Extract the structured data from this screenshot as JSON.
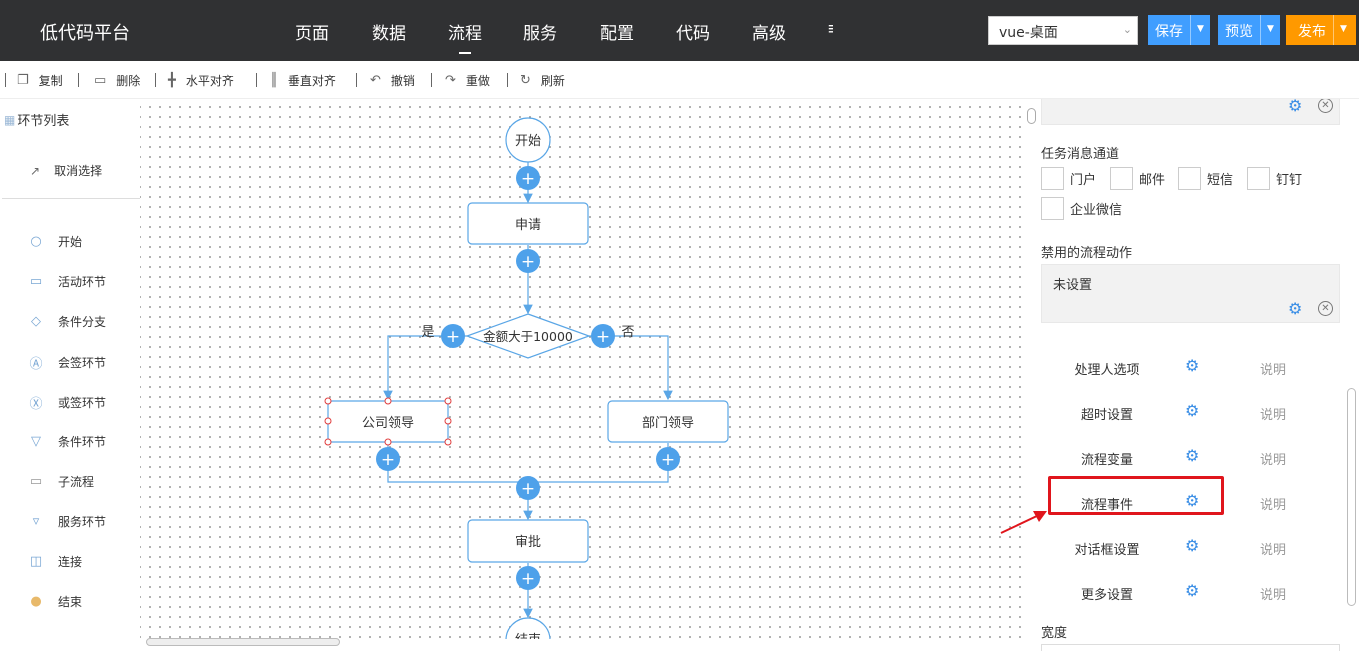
{
  "app": {
    "title": "低代码平台"
  },
  "nav": {
    "items": [
      "页面",
      "数据",
      "流程",
      "服务",
      "配置",
      "代码",
      "高级",
      "≡"
    ],
    "active": "流程"
  },
  "header": {
    "env_select": "vue-桌面",
    "save": "保存",
    "preview": "预览",
    "publish": "发布"
  },
  "colors": {
    "primary": "#409eff",
    "publish": "#ff9900",
    "highlight": "#e0151c"
  },
  "toolbar": {
    "copy": "复制",
    "delete": "删除",
    "align_h": "水平对齐",
    "align_v": "垂直对齐",
    "undo": "撤销",
    "redo": "重做",
    "refresh": "刷新"
  },
  "leftpanel": {
    "title": "环节列表",
    "cancel": "取消选择",
    "tools": [
      {
        "label": "开始",
        "icon": "circle-icon"
      },
      {
        "label": "活动环节",
        "icon": "rectangle-icon"
      },
      {
        "label": "条件分支",
        "icon": "diamond-icon"
      },
      {
        "label": "会签环节",
        "icon": "countersign-icon"
      },
      {
        "label": "或签环节",
        "icon": "or-sign-icon"
      },
      {
        "label": "条件环节",
        "icon": "triangle-icon"
      },
      {
        "label": "子流程",
        "icon": "subprocess-icon"
      },
      {
        "label": "服务环节",
        "icon": "service-icon"
      },
      {
        "label": "连接",
        "icon": "connect-icon"
      },
      {
        "label": "结束",
        "icon": "end-circle-icon"
      }
    ]
  },
  "flow": {
    "start": "开始",
    "apply": "申请",
    "condition": "金额大于10000",
    "yes": "是",
    "no": "否",
    "company_leader": "公司领导",
    "dept_leader": "部门领导",
    "approve": "审批",
    "end": "结束"
  },
  "rightpanel": {
    "channel_label": "任务消息通道",
    "channels": [
      "门户",
      "邮件",
      "短信",
      "钉钉",
      "企业微信"
    ],
    "disabled_label": "禁用的流程动作",
    "disabled_value": "未设置",
    "settings": [
      {
        "label": "处理人选项",
        "link": "说明"
      },
      {
        "label": "超时设置",
        "link": "说明"
      },
      {
        "label": "流程变量",
        "link": "说明"
      },
      {
        "label": "流程事件",
        "link": "说明"
      },
      {
        "label": "对话框设置",
        "link": "说明"
      },
      {
        "label": "更多设置",
        "link": "说明"
      }
    ],
    "width_label": "宽度"
  }
}
